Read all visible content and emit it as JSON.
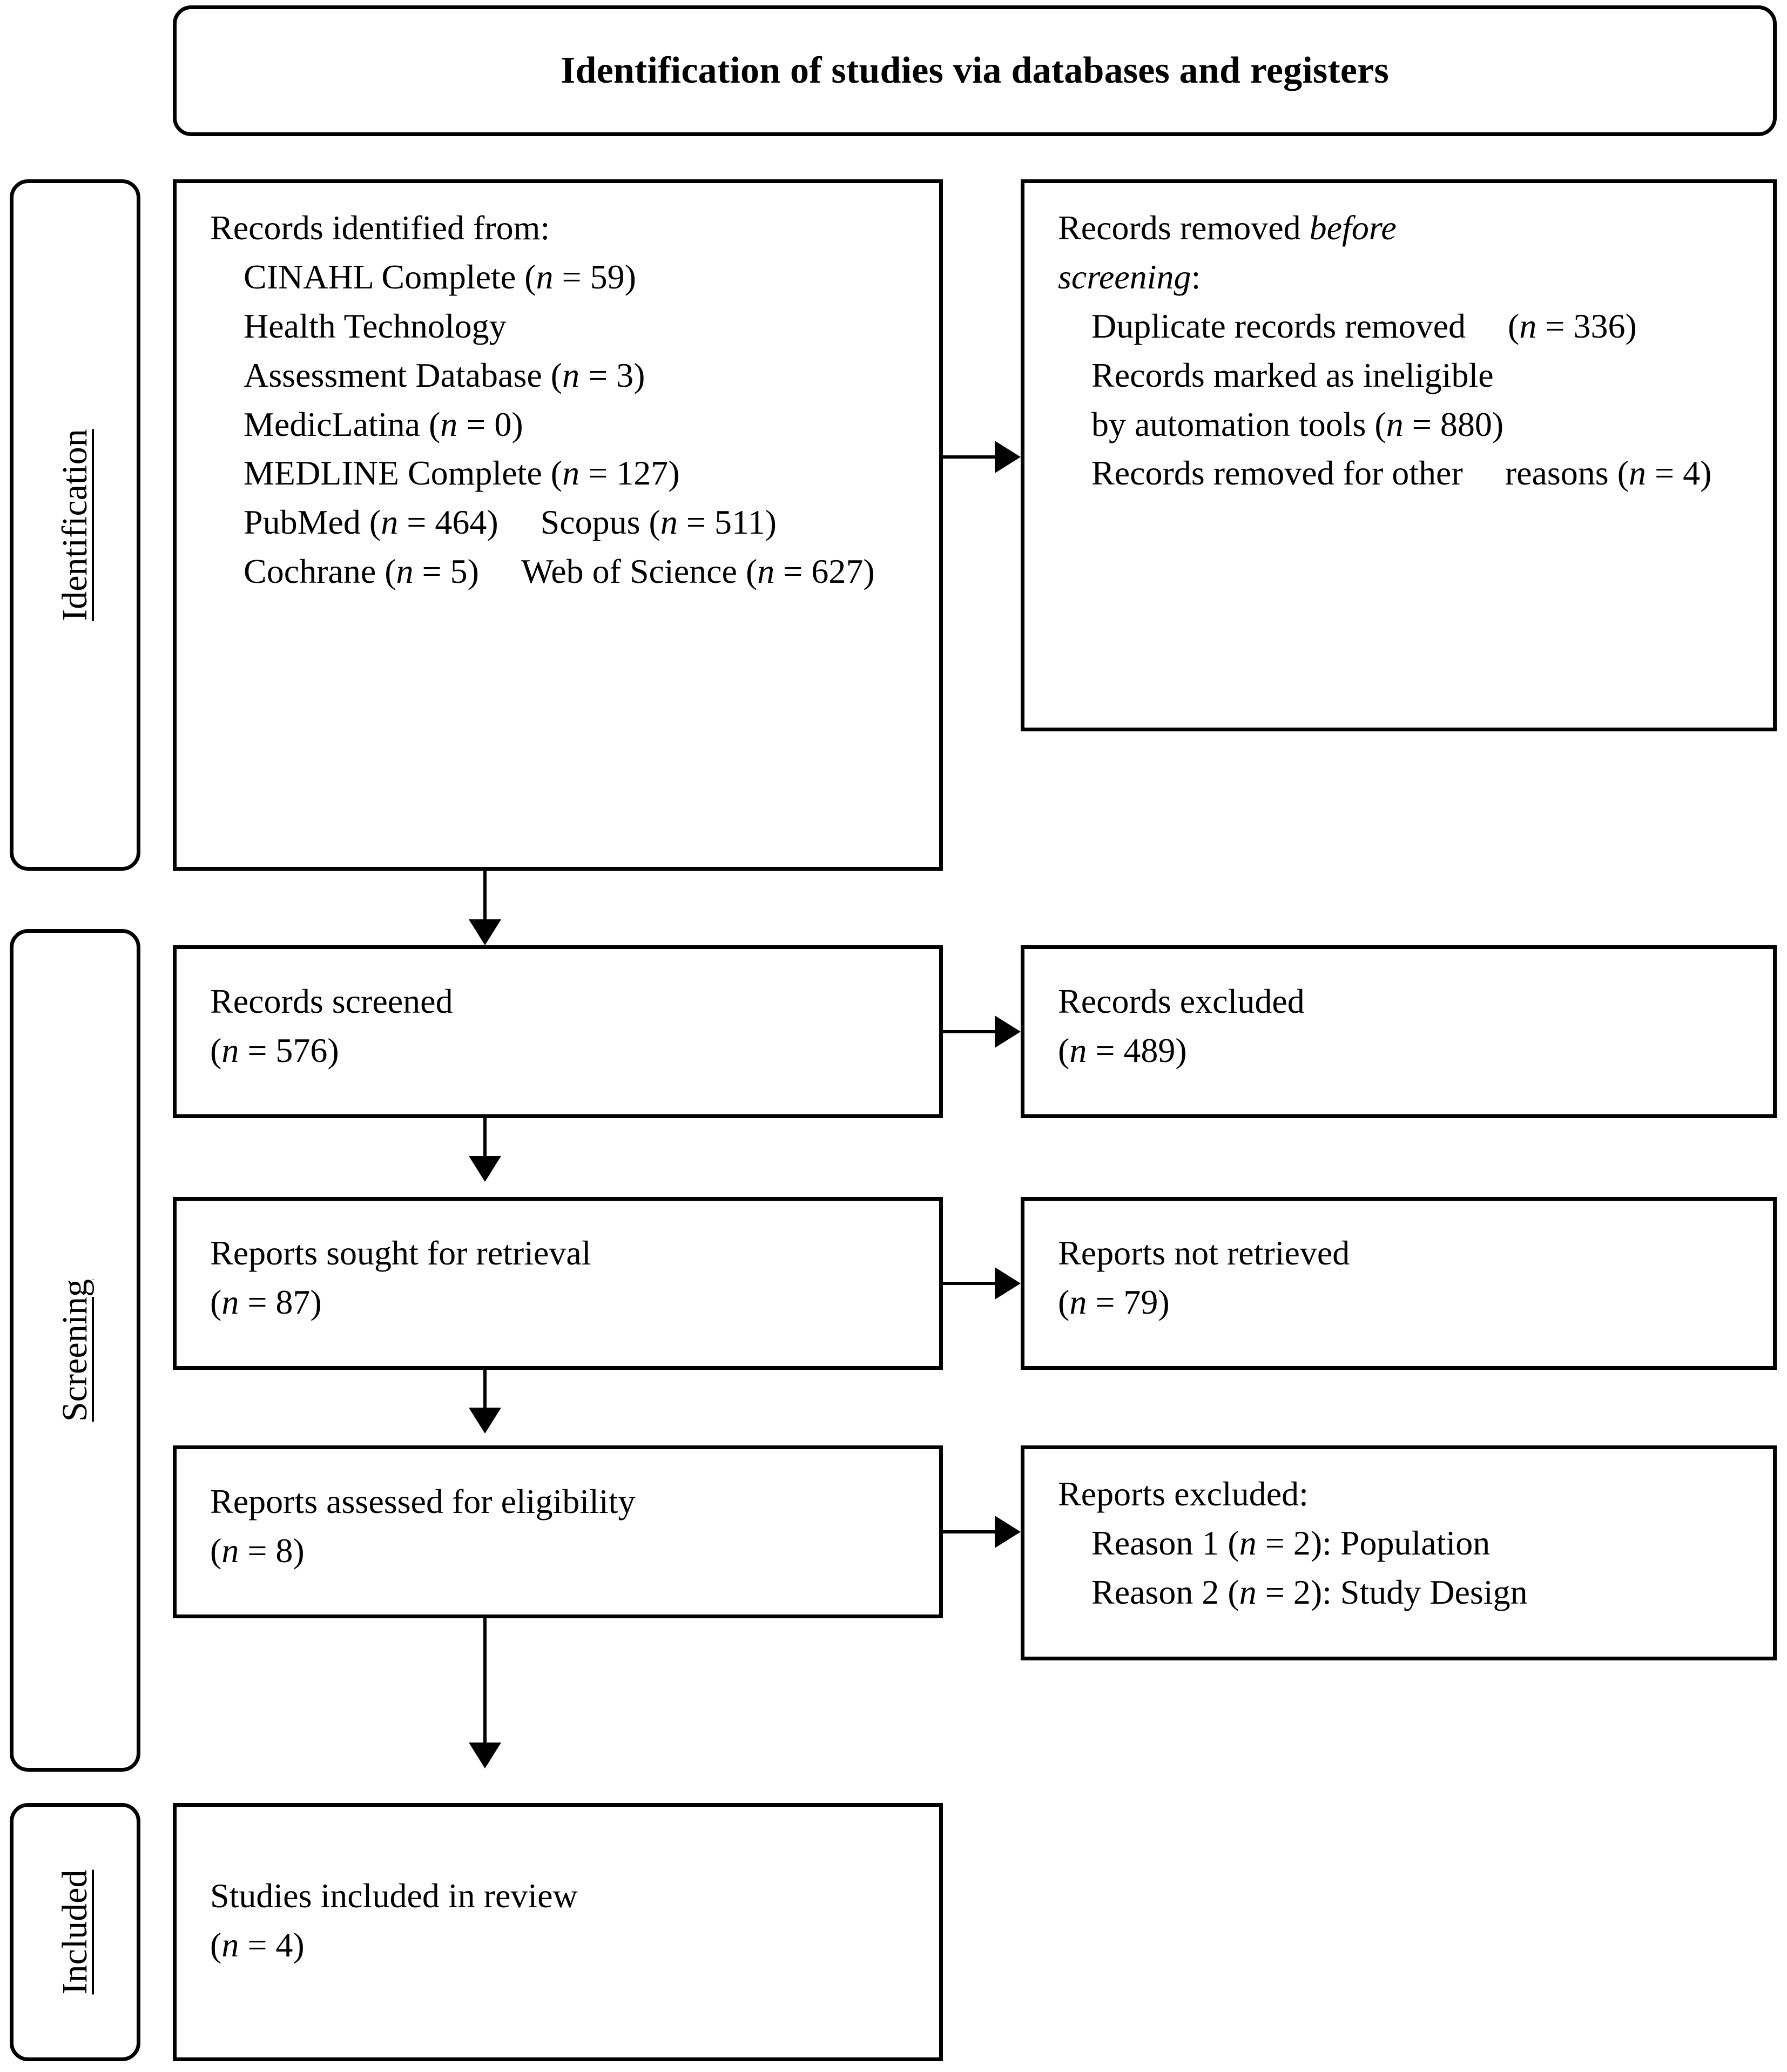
{
  "diagram": {
    "title": "Identification of studies via databases and registers",
    "stages": [
      {
        "label": "Identification"
      },
      {
        "label": "Screening"
      },
      {
        "label": "Included"
      }
    ],
    "boxes": {
      "records_identified": {
        "heading": "Records identified from:",
        "sources": [
          {
            "name": "CINAHL Complete",
            "n": "59",
            "text": "CINAHL Complete (n = 59)"
          },
          {
            "name": "Health Technology Assessment Database",
            "n": "3",
            "text": "Health Technology"
          },
          {
            "name": "Health Technology Assessment Database cont",
            "n": "3",
            "text": "Assessment Database (n = 3)"
          },
          {
            "name": "MedicLatina",
            "n": "0",
            "text": "MedicLatina (n = 0)"
          },
          {
            "name": "MEDLINE Complete",
            "n": "127",
            "text": "MEDLINE Complete (n = 127)"
          },
          {
            "name": "PubMed",
            "n": "464",
            "text": "PubMed (n = 464)"
          },
          {
            "name": "Scopus",
            "n": "511",
            "text": "Scopus (n = 511)"
          },
          {
            "name": "Cochrane",
            "n": "5",
            "text": "Cochrane (n = 5)"
          },
          {
            "name": "Web of Science",
            "n": "627",
            "text": "Web of Science (n = 627)"
          }
        ]
      },
      "records_removed": {
        "heading_part1": "Records removed ",
        "heading_italic": "before screening",
        "heading_colon": ":",
        "items": [
          {
            "text": "Duplicate records removed",
            "n": "336",
            "n_line": "(n = 336)"
          },
          {
            "text": "Records marked as ineligible",
            "cont": "by automation tools (n = 880)",
            "n": "880"
          },
          {
            "text": "Records removed for other",
            "cont": "reasons (n = 4)",
            "n": "4"
          }
        ]
      },
      "records_screened": {
        "heading": "Records screened",
        "n": "576",
        "n_line": "(n = 576)"
      },
      "records_excluded": {
        "heading": "Records excluded",
        "n": "489",
        "n_line": "(n = 489)"
      },
      "reports_sought": {
        "heading": "Reports sought for retrieval",
        "n": "87",
        "n_line": "(n = 87)"
      },
      "reports_not_retrieved": {
        "heading": "Reports not retrieved",
        "n": "79",
        "n_line": "(n = 79)"
      },
      "reports_assessed": {
        "heading": "Reports assessed for eligibility",
        "n": "8",
        "n_line": "(n = 8)"
      },
      "reports_excluded": {
        "heading": "Reports excluded:",
        "reasons": [
          {
            "label": "Reason 1",
            "n": "2",
            "desc": "Population",
            "text": "Reason 1 (n = 2): Population"
          },
          {
            "label": "Reason 2",
            "n": "2",
            "desc": "Study Design",
            "text": "Reason 2 (n = 2): Study Design"
          }
        ]
      },
      "studies_included": {
        "heading": "Studies included in review",
        "n": "4",
        "n_line": "(n = 4)"
      }
    },
    "colors": {
      "line": "#000000",
      "background": "#ffffff",
      "text": "#000000"
    }
  }
}
